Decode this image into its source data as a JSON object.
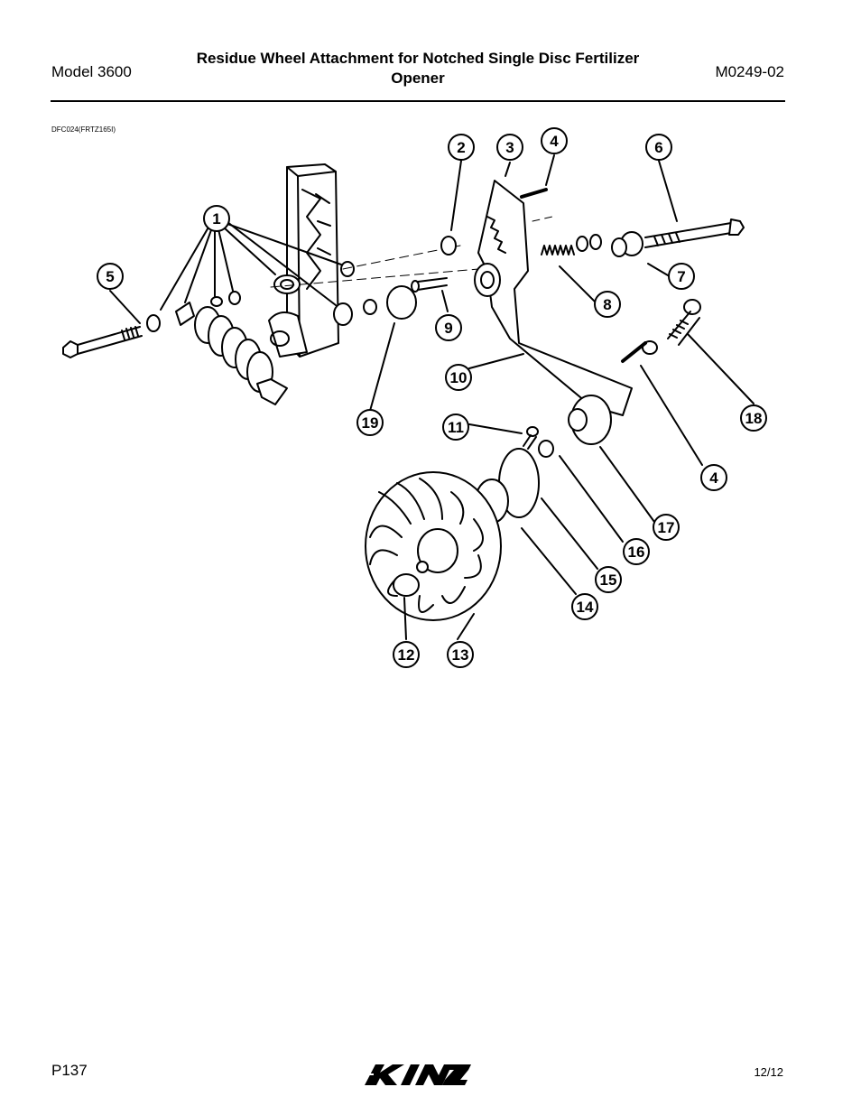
{
  "header": {
    "model": "Model 3600",
    "title_line1": "Residue Wheel Attachment for Notched Single Disc Fertilizer",
    "title_line2": "Opener",
    "doc_number": "M0249-02"
  },
  "figure": {
    "id": "DFC024(FRTZ165I)",
    "callouts": [
      "1",
      "2",
      "3",
      "4",
      "5",
      "6",
      "7",
      "8",
      "9",
      "10",
      "11",
      "12",
      "13",
      "14",
      "15",
      "16",
      "17",
      "18",
      "19",
      "4"
    ]
  },
  "footer": {
    "page": "P137",
    "date": "12/12",
    "brand_logo_text": "KINZE"
  }
}
